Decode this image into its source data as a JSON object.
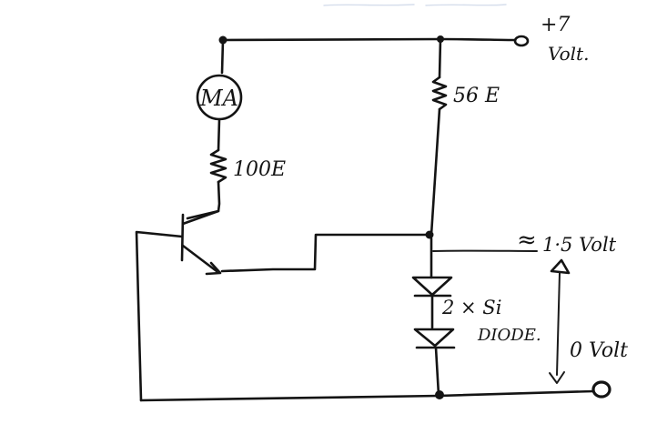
{
  "labels": {
    "supply_voltage": "+7",
    "supply_unit": "Volt.",
    "meter": "MA",
    "top_resistor": "56 E",
    "emitter_resistor": "100E",
    "approx_symbol": "≈",
    "mid_voltage": "1·5 Volt",
    "diode_count": "2 × Si",
    "diode_label": "DIODE.",
    "ground_voltage": "0 Volt"
  },
  "colors": {
    "ink": "#141414",
    "paper": "#ffffff",
    "bleed": "#c9d3e6"
  }
}
